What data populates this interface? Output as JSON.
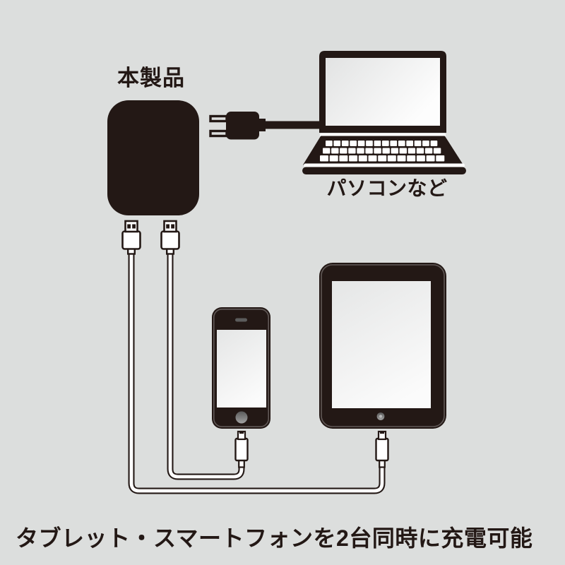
{
  "canvas": {
    "background": "#dcdedd",
    "ink": "#231815",
    "screen_light": "#e6e7e7",
    "screen_bright": "#fcfcfc"
  },
  "labels": {
    "product": "本製品",
    "pc": "パソコンなど",
    "caption": "タブレット・スマートフォンを2台同時に充電可能"
  },
  "illustration": {
    "charger": "usb-ac-charger",
    "plug": "ac-power-plug",
    "laptop": "laptop-computer",
    "smartphone": "smartphone",
    "tablet": "tablet",
    "usb_cable_count": 2
  }
}
